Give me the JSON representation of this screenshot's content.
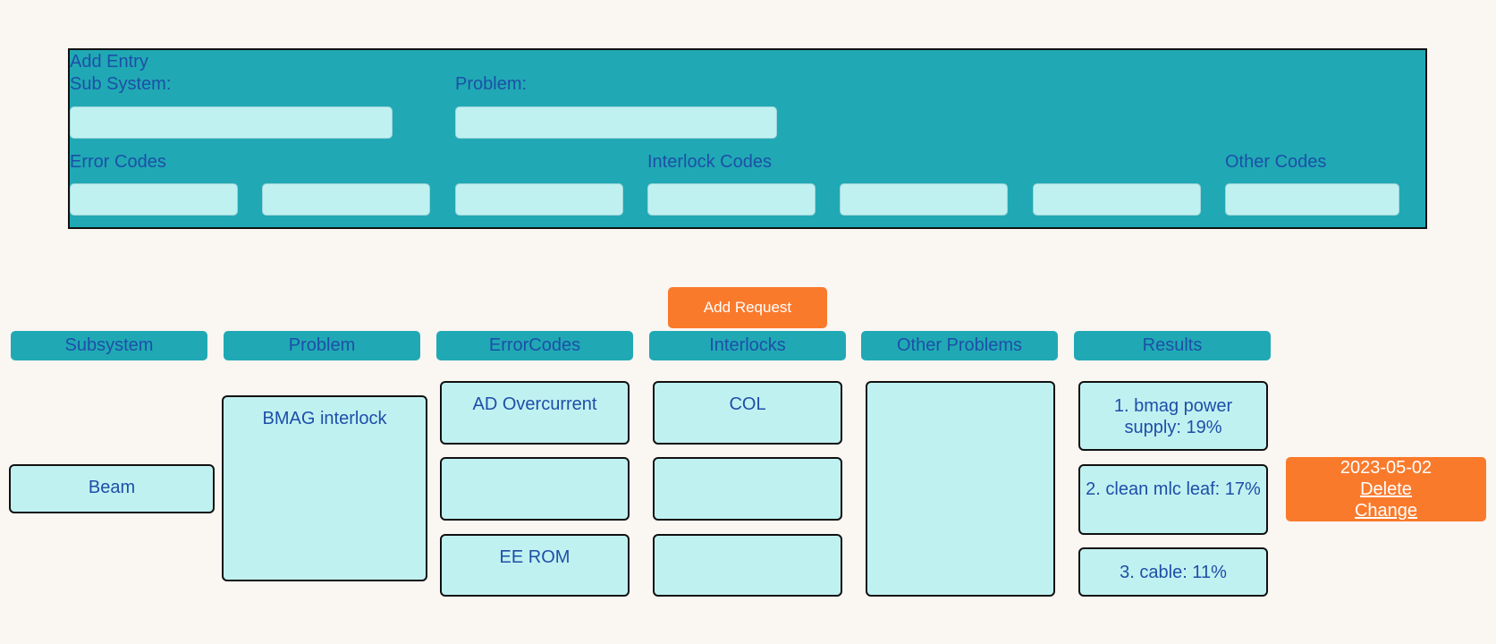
{
  "entry": {
    "title": "Add Entry",
    "subsystem_label": "Sub System:",
    "problem_label": "Problem:",
    "error_codes_label": "Error Codes",
    "interlock_codes_label": "Interlock Codes",
    "other_codes_label": "Other Codes",
    "subsystem_value": "",
    "problem_value": "",
    "error_code_values": [
      "",
      "",
      ""
    ],
    "interlock_code_values": [
      "",
      "",
      ""
    ],
    "other_code_value": ""
  },
  "add_request_label": "Add Request",
  "columns": [
    "Subsystem",
    "Problem",
    "ErrorCodes",
    "Interlocks",
    "Other Problems",
    "Results"
  ],
  "row": {
    "subsystem": "Beam",
    "problem": "BMAG interlock",
    "error_codes": [
      "AD Overcurrent",
      "",
      "EE ROM"
    ],
    "interlocks": [
      "COL",
      "",
      ""
    ],
    "other_problems": "",
    "results": [
      "1. bmag power supply: 19%",
      "2. clean mlc leaf: 17%",
      "3. cable: 11%"
    ],
    "date": "2023-05-02",
    "delete_label": "Delete",
    "change_label": "Change"
  },
  "colors": {
    "panel": "#20a9b4",
    "field": "#c0f1f1",
    "accent": "#fa7a2c",
    "text": "#1d4fa8",
    "background": "#faf6f2"
  }
}
